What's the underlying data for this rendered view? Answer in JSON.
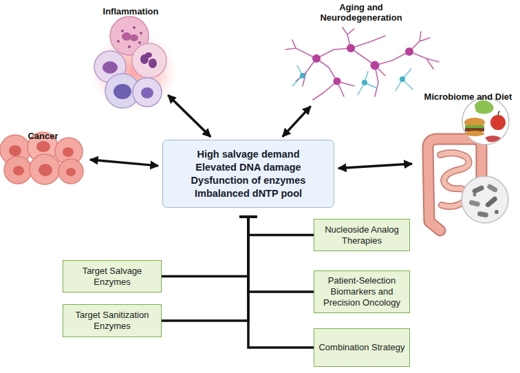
{
  "diagram": {
    "nodes": [
      {
        "text": [
          "Cancer"
        ]
      },
      {
        "text": [
          "Inflammation"
        ]
      },
      {
        "text": [
          "Aging and Neurodegeneration"
        ]
      },
      {
        "text": [
          "Microbiome and Diet"
        ]
      },
      {
        "text": [
          "High salvage demand",
          "Elevated DNA damage",
          "Dysfunction of enzymes",
          "Imbalanced dNTP pool"
        ]
      },
      {
        "text": [
          "Target Salvage Enzymes"
        ]
      },
      {
        "text": [
          "Target Sanitization Enzymes"
        ]
      },
      {
        "text": [
          "Nucleoside Analog Therapies"
        ]
      },
      {
        "text": [
          "Patient-Selection Biomarkers and Precision Oncology"
        ]
      },
      {
        "text": [
          "Combination Strategy"
        ]
      }
    ],
    "edges": [
      {
        "from": 0,
        "to": 4,
        "arrow": "both"
      },
      {
        "from": 1,
        "to": 4,
        "arrow": "both"
      },
      {
        "from": 2,
        "to": 4,
        "arrow": "both"
      },
      {
        "from": 3,
        "to": 4,
        "arrow": "both"
      },
      {
        "from": 5,
        "to": 4,
        "arrow": "to"
      },
      {
        "from": 6,
        "to": 4,
        "arrow": "to"
      },
      {
        "from": 7,
        "to": 4,
        "arrow": "to"
      },
      {
        "from": 8,
        "to": 4,
        "arrow": "to"
      },
      {
        "from": 9,
        "to": 4,
        "arrow": "to"
      }
    ]
  }
}
